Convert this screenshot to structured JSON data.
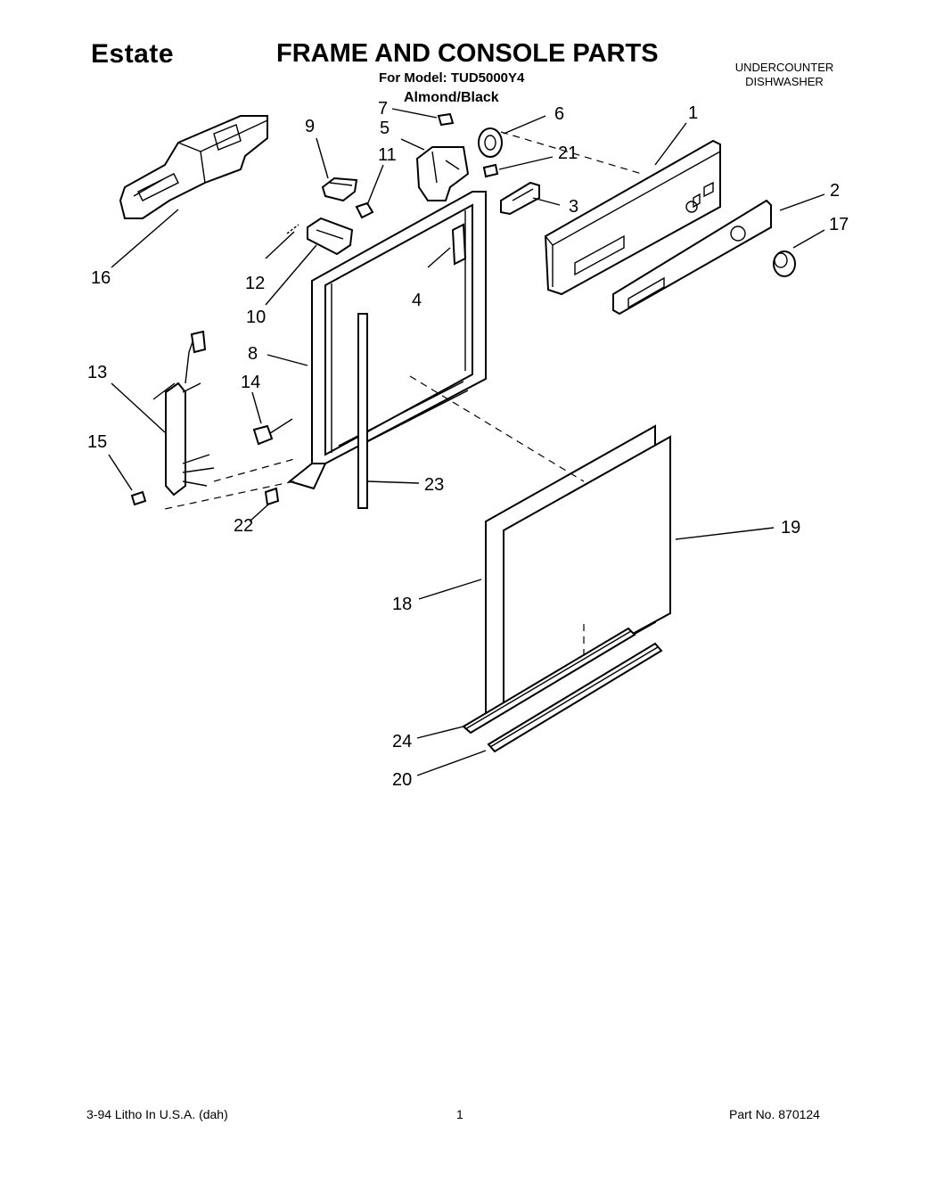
{
  "header": {
    "brand": "Estate",
    "title": "FRAME AND CONSOLE PARTS",
    "model_line": "For Model: TUD5000Y4",
    "color_line": "Almond/Black",
    "product_type_line1": "UNDERCOUNTER",
    "product_type_line2": "DISHWASHER"
  },
  "callouts": [
    {
      "id": "c1",
      "label": "1"
    },
    {
      "id": "c2",
      "label": "2"
    },
    {
      "id": "c3",
      "label": "3"
    },
    {
      "id": "c4",
      "label": "4"
    },
    {
      "id": "c5",
      "label": "5"
    },
    {
      "id": "c6",
      "label": "6"
    },
    {
      "id": "c7",
      "label": "7"
    },
    {
      "id": "c8",
      "label": "8"
    },
    {
      "id": "c9",
      "label": "9"
    },
    {
      "id": "c10",
      "label": "10"
    },
    {
      "id": "c11",
      "label": "11"
    },
    {
      "id": "c12",
      "label": "12"
    },
    {
      "id": "c13",
      "label": "13"
    },
    {
      "id": "c14",
      "label": "14"
    },
    {
      "id": "c15",
      "label": "15"
    },
    {
      "id": "c16",
      "label": "16"
    },
    {
      "id": "c17",
      "label": "17"
    },
    {
      "id": "c18",
      "label": "18"
    },
    {
      "id": "c19",
      "label": "19"
    },
    {
      "id": "c20",
      "label": "20"
    },
    {
      "id": "c21",
      "label": "21"
    },
    {
      "id": "c22",
      "label": "22"
    },
    {
      "id": "c23",
      "label": "23"
    },
    {
      "id": "c24",
      "label": "24"
    }
  ],
  "footer": {
    "litho": "3-94 Litho In U.S.A. (dah)",
    "page": "1",
    "part_no": "Part No. 870124"
  }
}
